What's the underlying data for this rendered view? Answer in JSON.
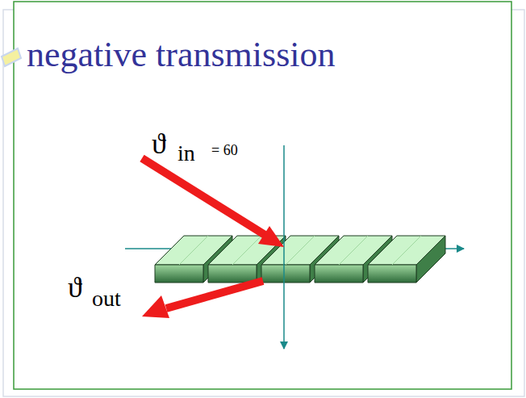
{
  "diagram": {
    "title": "negative transmission",
    "labels": [
      "ϑ",
      "in",
      "= 60",
      "ϑ",
      "out"
    ]
  }
}
